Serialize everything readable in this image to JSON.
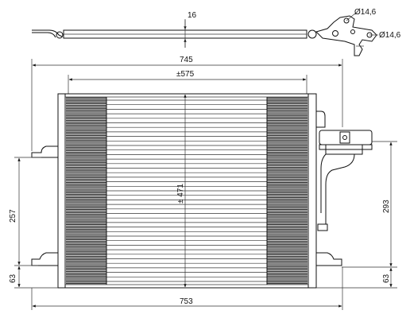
{
  "dimensions": {
    "top_bracket_thickness": "16",
    "hole_upper": "Ø14,6",
    "hole_lower": "Ø14,6",
    "overall_width_top": "745",
    "core_width": "±575",
    "core_height": "± 471",
    "left_mount_height": "257",
    "left_bottom_offset": "63",
    "overall_width_bottom": "753",
    "right_outlet_height": "293",
    "right_bottom_offset": "63"
  }
}
